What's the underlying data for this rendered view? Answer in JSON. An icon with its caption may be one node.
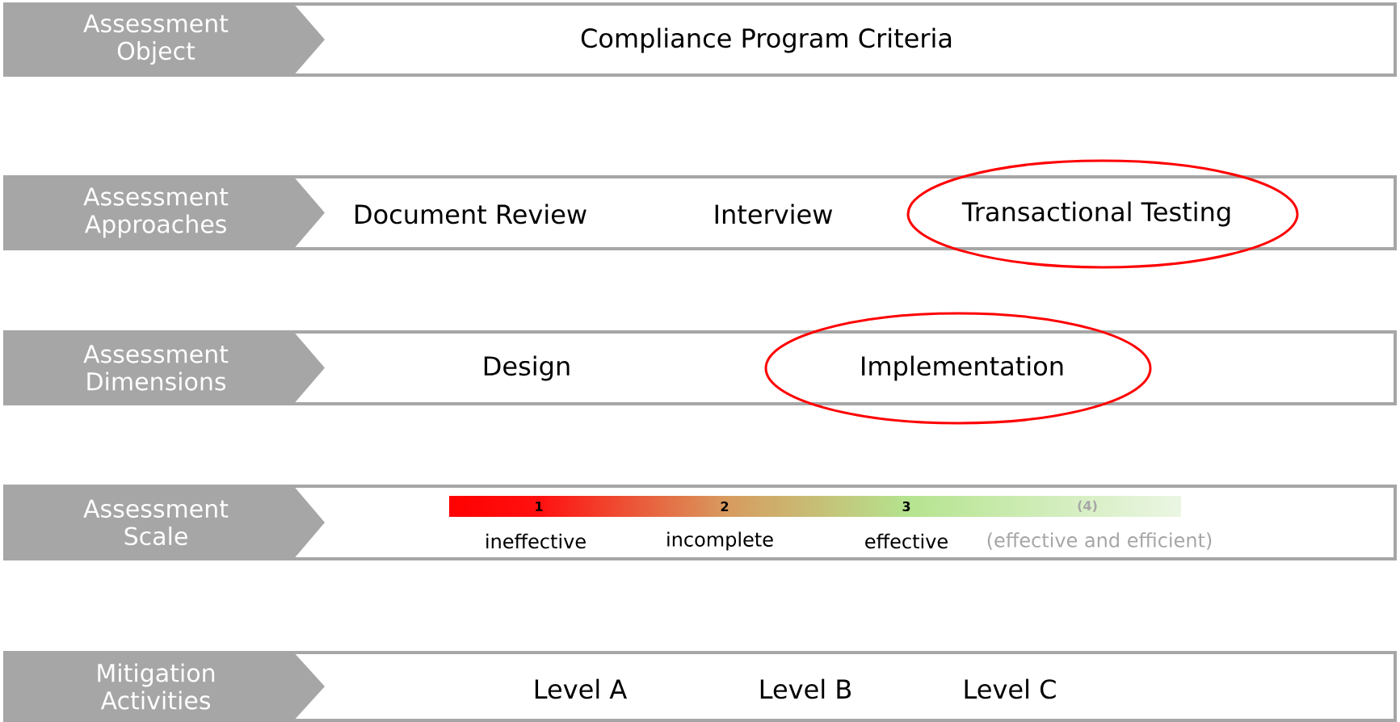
{
  "diagram": {
    "nodes": [
      {
        "text": [
          "Assessment Object"
        ]
      },
      {
        "text": [
          "Compliance Program Criteria"
        ],
        "in": 0
      },
      {
        "text": [
          "Assessment Approaches"
        ]
      },
      {
        "text": [
          "Document Review"
        ],
        "in": 2
      },
      {
        "text": [
          "Interview"
        ],
        "in": 2
      },
      {
        "text": [
          "Transactional Testing"
        ],
        "in": 2
      },
      {
        "text": [
          "Assessment Dimensions"
        ]
      },
      {
        "text": [
          "Design"
        ],
        "in": 6
      },
      {
        "text": [
          "Implementation"
        ],
        "in": 6
      },
      {
        "text": [
          "Assessment Scale"
        ]
      },
      {
        "text": [
          "ineffective"
        ],
        "in": 9
      },
      {
        "text": [
          "incomplete"
        ],
        "in": 9
      },
      {
        "text": [
          "effective"
        ],
        "in": 9
      },
      {
        "text": [
          "(effective and efficient)"
        ],
        "in": 9
      },
      {
        "text": [
          "Mitigation Activities"
        ]
      },
      {
        "text": [
          "Level A"
        ],
        "in": 14
      },
      {
        "text": [
          "Level B"
        ],
        "in": 14
      },
      {
        "text": [
          "Level C"
        ],
        "in": 14
      }
    ],
    "labels": [
      "1",
      "2",
      "3",
      "(4)"
    ]
  }
}
